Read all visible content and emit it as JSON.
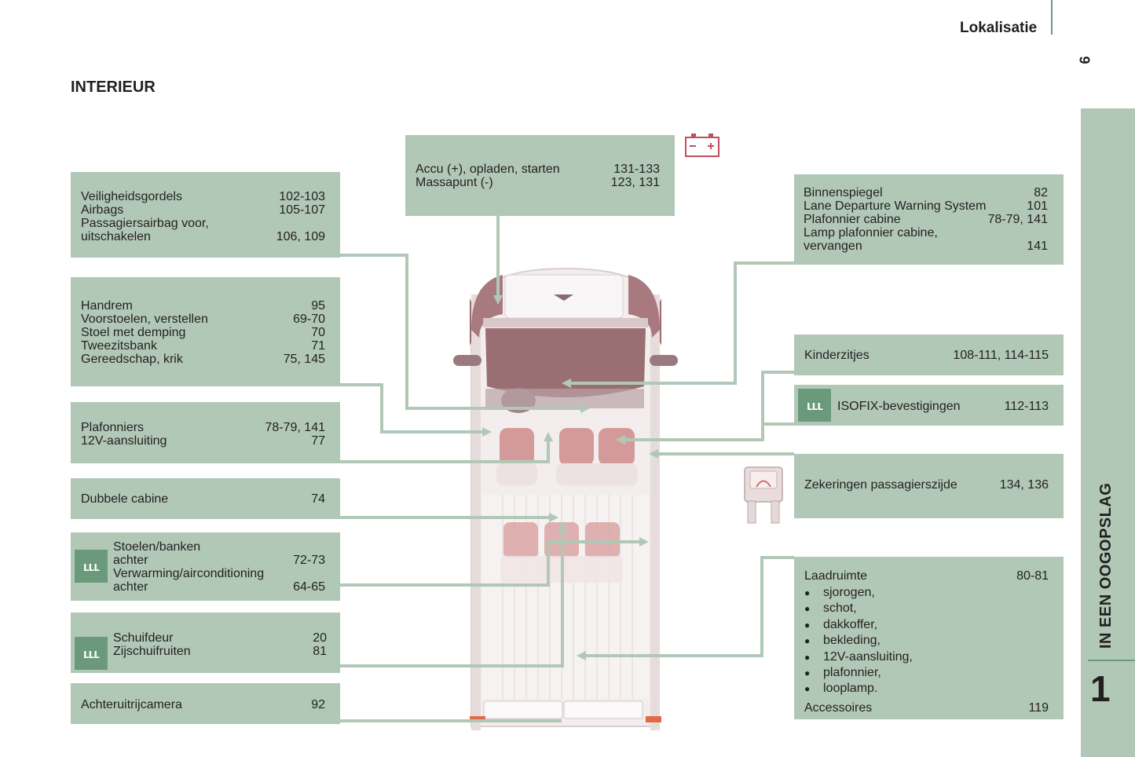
{
  "header": {
    "section_title": "Lokalisatie",
    "page_number": "9",
    "chapter_title": "IN EEN OOGOPSLAG",
    "chapter_number": "1"
  },
  "page_title": "INTERIEUR",
  "boxes": {
    "battery": {
      "rows": [
        {
          "label": "Accu (+), opladen, starten",
          "page": "131-133"
        },
        {
          "label": "Massapunt (-)",
          "page": "123, 131"
        }
      ]
    },
    "seatbelts": {
      "rows": [
        {
          "label": "Veiligheidsgordels",
          "page": "102-103"
        },
        {
          "label": "Airbags",
          "page": "105-107"
        },
        {
          "label": "Passagiersairbag voor,",
          "page": ""
        },
        {
          "label": "uitschakelen",
          "page": "106, 109"
        }
      ]
    },
    "handbrake": {
      "rows": [
        {
          "label": "Handrem",
          "page": "95"
        },
        {
          "label": "Voorstoelen, verstellen",
          "page": "69-70"
        },
        {
          "label": "Stoel met demping",
          "page": "70"
        },
        {
          "label": "Tweezitsbank",
          "page": "71"
        },
        {
          "label": "Gereedschap, krik",
          "page": "75, 145"
        }
      ]
    },
    "ceiling_lights": {
      "rows": [
        {
          "label": "Plafonniers",
          "page": "78-79, 141"
        },
        {
          "label": "12V-aansluiting",
          "page": "77"
        }
      ]
    },
    "double_cabin": {
      "rows": [
        {
          "label": "Dubbele cabine",
          "page": "74"
        }
      ]
    },
    "rear_seats": {
      "rows": [
        {
          "label": "Stoelen/banken",
          "page": ""
        },
        {
          "label": "achter",
          "page": "72-73"
        },
        {
          "label": "Verwarming/airconditioning",
          "page": ""
        },
        {
          "label": "achter",
          "page": "64-65"
        }
      ]
    },
    "sliding_door": {
      "rows": [
        {
          "label": "Schuifdeur",
          "page": "20"
        },
        {
          "label": "Zijschuifruiten",
          "page": "81"
        }
      ]
    },
    "camera": {
      "rows": [
        {
          "label": "Achteruitrijcamera",
          "page": "92"
        }
      ]
    },
    "mirror": {
      "rows": [
        {
          "label": "Binnenspiegel",
          "page": "82"
        },
        {
          "label": "Lane Departure Warning System",
          "page": "101"
        },
        {
          "label": "Plafonnier cabine",
          "page": "78-79, 141"
        },
        {
          "label": "Lamp plafonnier cabine,",
          "page": ""
        },
        {
          "label": "vervangen",
          "page": "141"
        }
      ]
    },
    "child_seats": {
      "rows": [
        {
          "label": "Kinderzitjes",
          "page": "108-111, 114-115"
        }
      ]
    },
    "isofix": {
      "rows": [
        {
          "label": "ISOFIX-bevestigingen",
          "page": "112-113"
        }
      ]
    },
    "fuses": {
      "rows": [
        {
          "label": "Zekeringen passagierszijde",
          "page": "134, 136"
        }
      ]
    },
    "cargo": {
      "title": "Laadruimte",
      "title_page": "80-81",
      "bullets": [
        "sjorogen,",
        "schot,",
        "dakkoffer,",
        "bekleding,",
        "12V-aansluiting,",
        "plafonnier,",
        "looplamp."
      ],
      "footer": "Accessoires",
      "footer_page": "119"
    }
  },
  "icons": {
    "seat_icon_glyph": "ʟʟʟ",
    "battery_icon": "battery-icon",
    "fuse_icon": "fuse-icon",
    "arrow_color": "#b1c8b7",
    "box_color": "#b1c8b7",
    "icon_green": "#6a9a7b",
    "battery_color": "#c0505e"
  }
}
